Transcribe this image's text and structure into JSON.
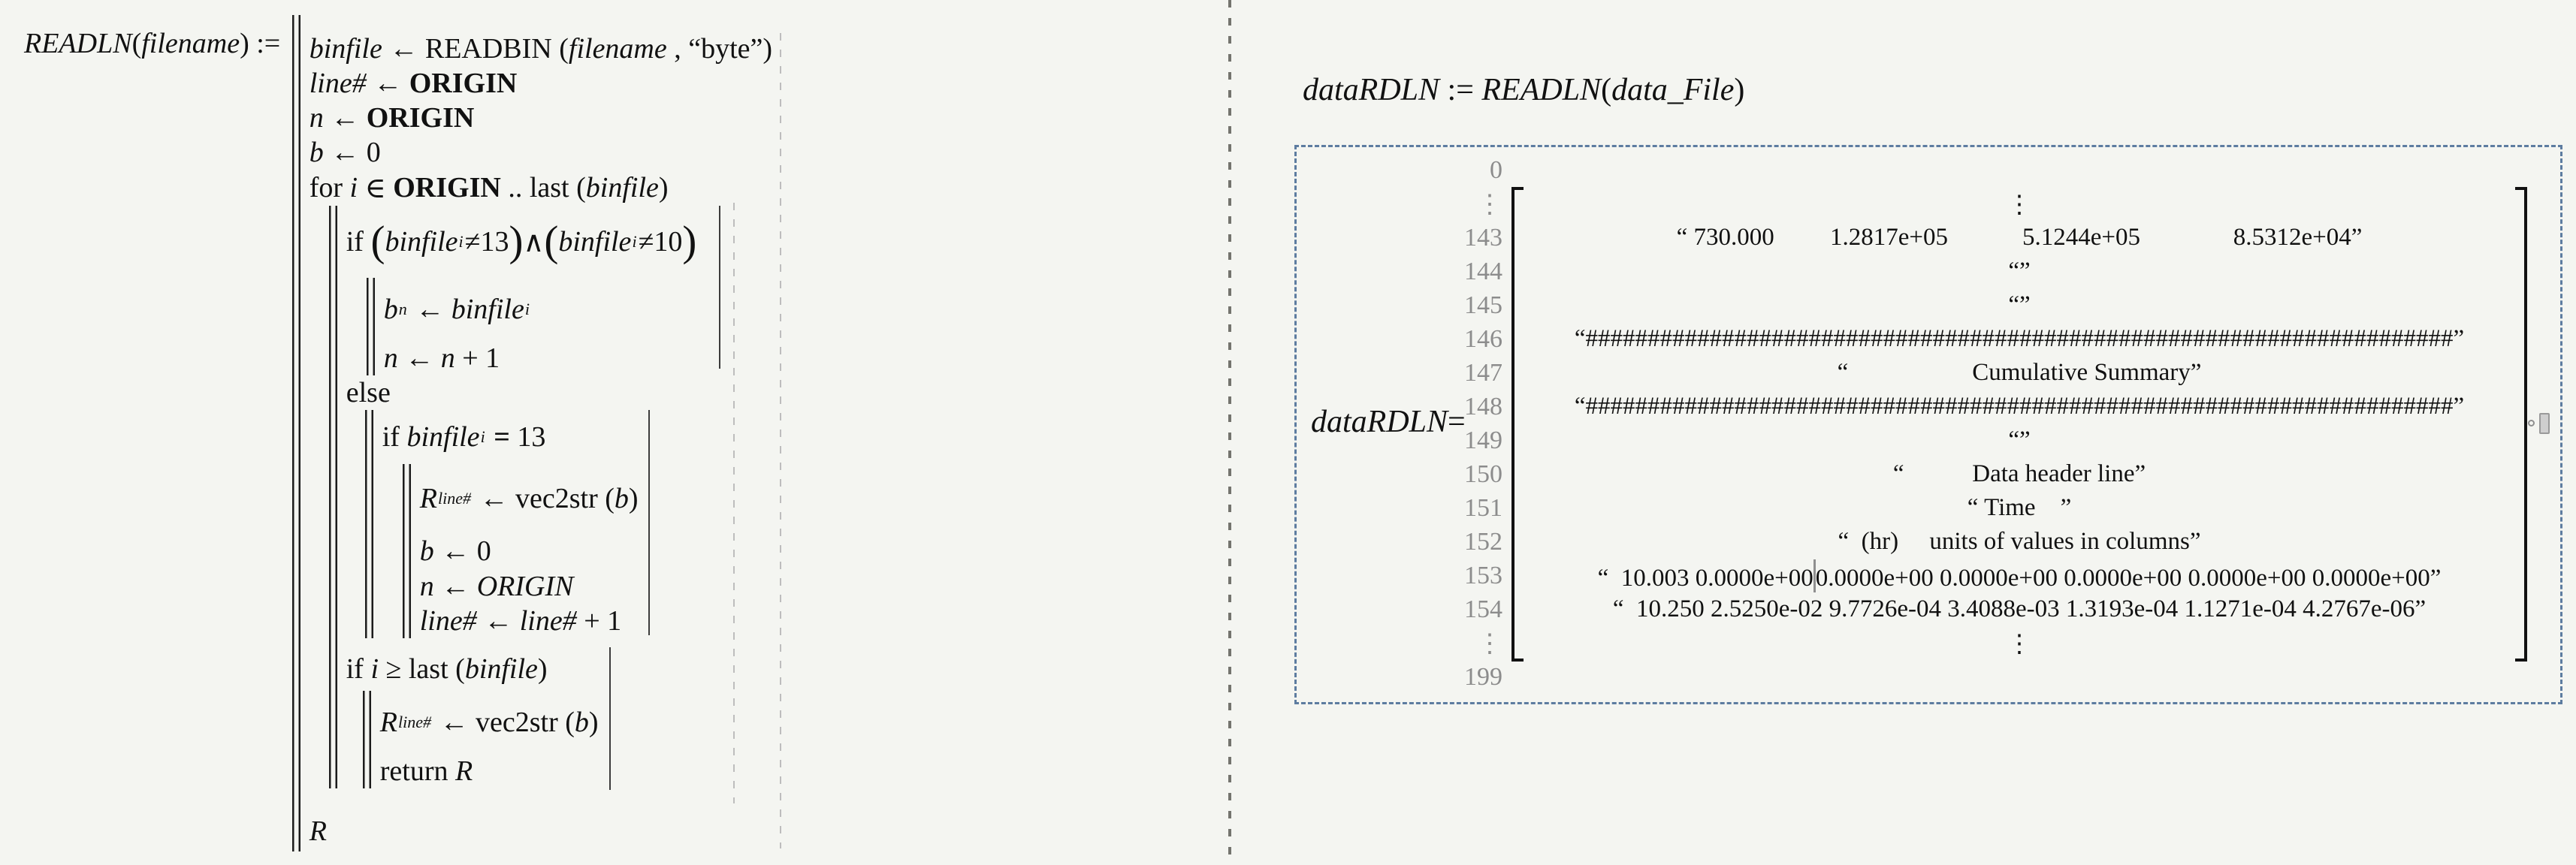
{
  "colors": {
    "background": "#f4f5f1",
    "selection_border": "#5d7ca0",
    "index_gray": "#8c8c8c",
    "caret_gray": "#8f8f8f",
    "separator_gray": "#74746e"
  },
  "program": {
    "header": [
      {
        "t": "READLN",
        "s": "v"
      },
      {
        "t": "(",
        "s": "o"
      },
      {
        "t": "filename",
        "s": "v"
      },
      {
        "t": ")",
        "s": "o"
      },
      {
        "t": " := ",
        "s": "o"
      }
    ],
    "lines": [
      [
        {
          "t": "binfile",
          "s": "v"
        },
        {
          "t": " ← ",
          "s": "o"
        },
        {
          "t": "READBIN",
          "s": "k"
        },
        {
          "t": " (",
          "s": "o"
        },
        {
          "t": "filename",
          "s": "v"
        },
        {
          "t": " , ",
          "s": "o"
        },
        {
          "t": "“byte”",
          "s": "q"
        },
        {
          "t": ")",
          "s": "o"
        }
      ],
      [
        {
          "t": "line#",
          "s": "v"
        },
        {
          "t": " ← ",
          "s": "o"
        },
        {
          "t": "ORIGIN",
          "s": "b"
        }
      ],
      [
        {
          "t": "n",
          "s": "v"
        },
        {
          "t": " ← ",
          "s": "o"
        },
        {
          "t": "ORIGIN",
          "s": "b"
        }
      ],
      [
        {
          "t": "b",
          "s": "v"
        },
        {
          "t": " ← ",
          "s": "o"
        },
        {
          "t": "0",
          "s": "n"
        }
      ],
      [
        {
          "t": "for",
          "s": "k"
        },
        {
          "t": " ",
          "s": "o"
        },
        {
          "t": "i",
          "s": "v"
        },
        {
          "t": " ∈ ",
          "s": "o"
        },
        {
          "t": "ORIGIN",
          "s": "b"
        },
        {
          "t": " .. ",
          "s": "o"
        },
        {
          "t": "last",
          "s": "k"
        },
        {
          "t": " (",
          "s": "o"
        },
        {
          "t": "binfile",
          "s": "v"
        },
        {
          "t": ")",
          "s": "o"
        }
      ],
      [
        {
          "t": "if ",
          "s": "k"
        },
        {
          "t": "(",
          "s": "bp"
        },
        {
          "t": "binfile",
          "s": "v"
        },
        {
          "t": "i",
          "s": "sb"
        },
        {
          "t": "≠",
          "s": "o"
        },
        {
          "t": "13",
          "s": "n"
        },
        {
          "t": ")",
          "s": "bp"
        },
        {
          "t": "∧",
          "s": "o"
        },
        {
          "t": "(",
          "s": "bp"
        },
        {
          "t": "binfile",
          "s": "v"
        },
        {
          "t": "i",
          "s": "sb"
        },
        {
          "t": "≠",
          "s": "o"
        },
        {
          "t": "10",
          "s": "n"
        },
        {
          "t": ")",
          "s": "bp"
        }
      ],
      [
        {
          "t": "b",
          "s": "v"
        },
        {
          "t": "n",
          "s": "sb"
        },
        {
          "t": " ← ",
          "s": "o"
        },
        {
          "t": "binfile",
          "s": "v"
        },
        {
          "t": "i",
          "s": "sb"
        }
      ],
      [
        {
          "t": "n",
          "s": "v"
        },
        {
          "t": " ← ",
          "s": "o"
        },
        {
          "t": "n",
          "s": "v"
        },
        {
          "t": " + ",
          "s": "o"
        },
        {
          "t": "1",
          "s": "n"
        }
      ],
      [
        {
          "t": "else",
          "s": "k"
        }
      ],
      [
        {
          "t": "if ",
          "s": "k"
        },
        {
          "t": "binfile",
          "s": "v"
        },
        {
          "t": "i",
          "s": "sb"
        },
        {
          "t": " = ",
          "s": "b"
        },
        {
          "t": "13",
          "s": "n"
        }
      ],
      [
        {
          "t": "R",
          "s": "v"
        },
        {
          "t": "line#",
          "s": "sb"
        },
        {
          "t": " ← ",
          "s": "o"
        },
        {
          "t": "vec2str",
          "s": "k"
        },
        {
          "t": " (",
          "s": "o"
        },
        {
          "t": "b",
          "s": "v"
        },
        {
          "t": ")",
          "s": "o"
        }
      ],
      [
        {
          "t": "b",
          "s": "v"
        },
        {
          "t": " ← ",
          "s": "o"
        },
        {
          "t": "0",
          "s": "n"
        }
      ],
      [
        {
          "t": "n",
          "s": "v"
        },
        {
          "t": " ← ",
          "s": "o"
        },
        {
          "t": "ORIGIN",
          "s": "v"
        }
      ],
      [
        {
          "t": "line#",
          "s": "v"
        },
        {
          "t": " ← ",
          "s": "o"
        },
        {
          "t": "line#",
          "s": "v"
        },
        {
          "t": " + ",
          "s": "o"
        },
        {
          "t": "1",
          "s": "n"
        }
      ],
      [
        {
          "t": "if ",
          "s": "k"
        },
        {
          "t": "i",
          "s": "v"
        },
        {
          "t": " ≥ ",
          "s": "o"
        },
        {
          "t": "last",
          "s": "k"
        },
        {
          "t": " (",
          "s": "o"
        },
        {
          "t": "binfile",
          "s": "v"
        },
        {
          "t": ")",
          "s": "o"
        }
      ],
      [
        {
          "t": "R",
          "s": "v"
        },
        {
          "t": "line#",
          "s": "sb"
        },
        {
          "t": " ← ",
          "s": "o"
        },
        {
          "t": "vec2str",
          "s": "k"
        },
        {
          "t": " (",
          "s": "o"
        },
        {
          "t": "b",
          "s": "v"
        },
        {
          "t": ")",
          "s": "o"
        }
      ],
      [
        {
          "t": "return ",
          "s": "k"
        },
        {
          "t": "R",
          "s": "v"
        }
      ],
      [
        {
          "t": "R",
          "s": "v"
        }
      ]
    ]
  },
  "result": {
    "definition": [
      {
        "t": "dataRDLN",
        "s": "v"
      },
      {
        "t": " := ",
        "s": "o"
      },
      {
        "t": "READLN",
        "s": "v"
      },
      {
        "t": "(",
        "s": "o"
      },
      {
        "t": "data_File",
        "s": "v"
      },
      {
        "t": ")",
        "s": "o"
      }
    ],
    "label": [
      {
        "t": "dataRDLN",
        "s": "v"
      },
      {
        "t": "=",
        "s": "o"
      }
    ],
    "matrix": {
      "rows": [
        {
          "idx": "0",
          "seg": []
        },
        {
          "idx": "⋮",
          "seg": [
            {
              "t": "⋮",
              "s": "dots"
            }
          ]
        },
        {
          "idx": "143",
          "seg": [
            {
              "t": "“ 730.000         1.2817e+05            5.1244e+05               8.5312e+04”",
              "s": "q"
            }
          ]
        },
        {
          "idx": "144",
          "seg": [
            {
              "t": "“”",
              "s": "q"
            }
          ]
        },
        {
          "idx": "145",
          "seg": [
            {
              "t": "“”",
              "s": "q"
            }
          ]
        },
        {
          "idx": "146",
          "seg": [
            {
              "t": "“######################################################################”",
              "s": "q"
            }
          ]
        },
        {
          "idx": "147",
          "seg": [
            {
              "t": "“                    Cumulative Summary”",
              "s": "q"
            }
          ]
        },
        {
          "idx": "148",
          "seg": [
            {
              "t": "“######################################################################”",
              "s": "q"
            }
          ]
        },
        {
          "idx": "149",
          "seg": [
            {
              "t": "“”",
              "s": "q"
            }
          ]
        },
        {
          "idx": "150",
          "seg": [
            {
              "t": "“           Data header line”",
              "s": "q"
            }
          ]
        },
        {
          "idx": "151",
          "seg": [
            {
              "t": "“ Time    ”",
              "s": "q"
            }
          ]
        },
        {
          "idx": "152",
          "seg": [
            {
              "t": "“  (hr)     units of values in columns”",
              "s": "q"
            }
          ]
        },
        {
          "idx": "153",
          "seg": [
            {
              "t": "“  10.003 0.0000e+00",
              "s": "q"
            },
            {
              "s": "caret"
            },
            {
              "t": "0.0000e+00 0.0000e+00 0.0000e+00 0.0000e+00 0.0000e+00”",
              "s": "q"
            }
          ]
        },
        {
          "idx": "154",
          "seg": [
            {
              "t": "“  10.250 2.5250e-02 9.7726e-04 3.4088e-03 1.3193e-04 1.1271e-04 4.2767e-06”",
              "s": "q"
            }
          ]
        },
        {
          "idx": "⋮",
          "seg": [
            {
              "t": "⋮",
              "s": "dots"
            }
          ]
        },
        {
          "idx": "199",
          "seg": []
        }
      ]
    }
  }
}
